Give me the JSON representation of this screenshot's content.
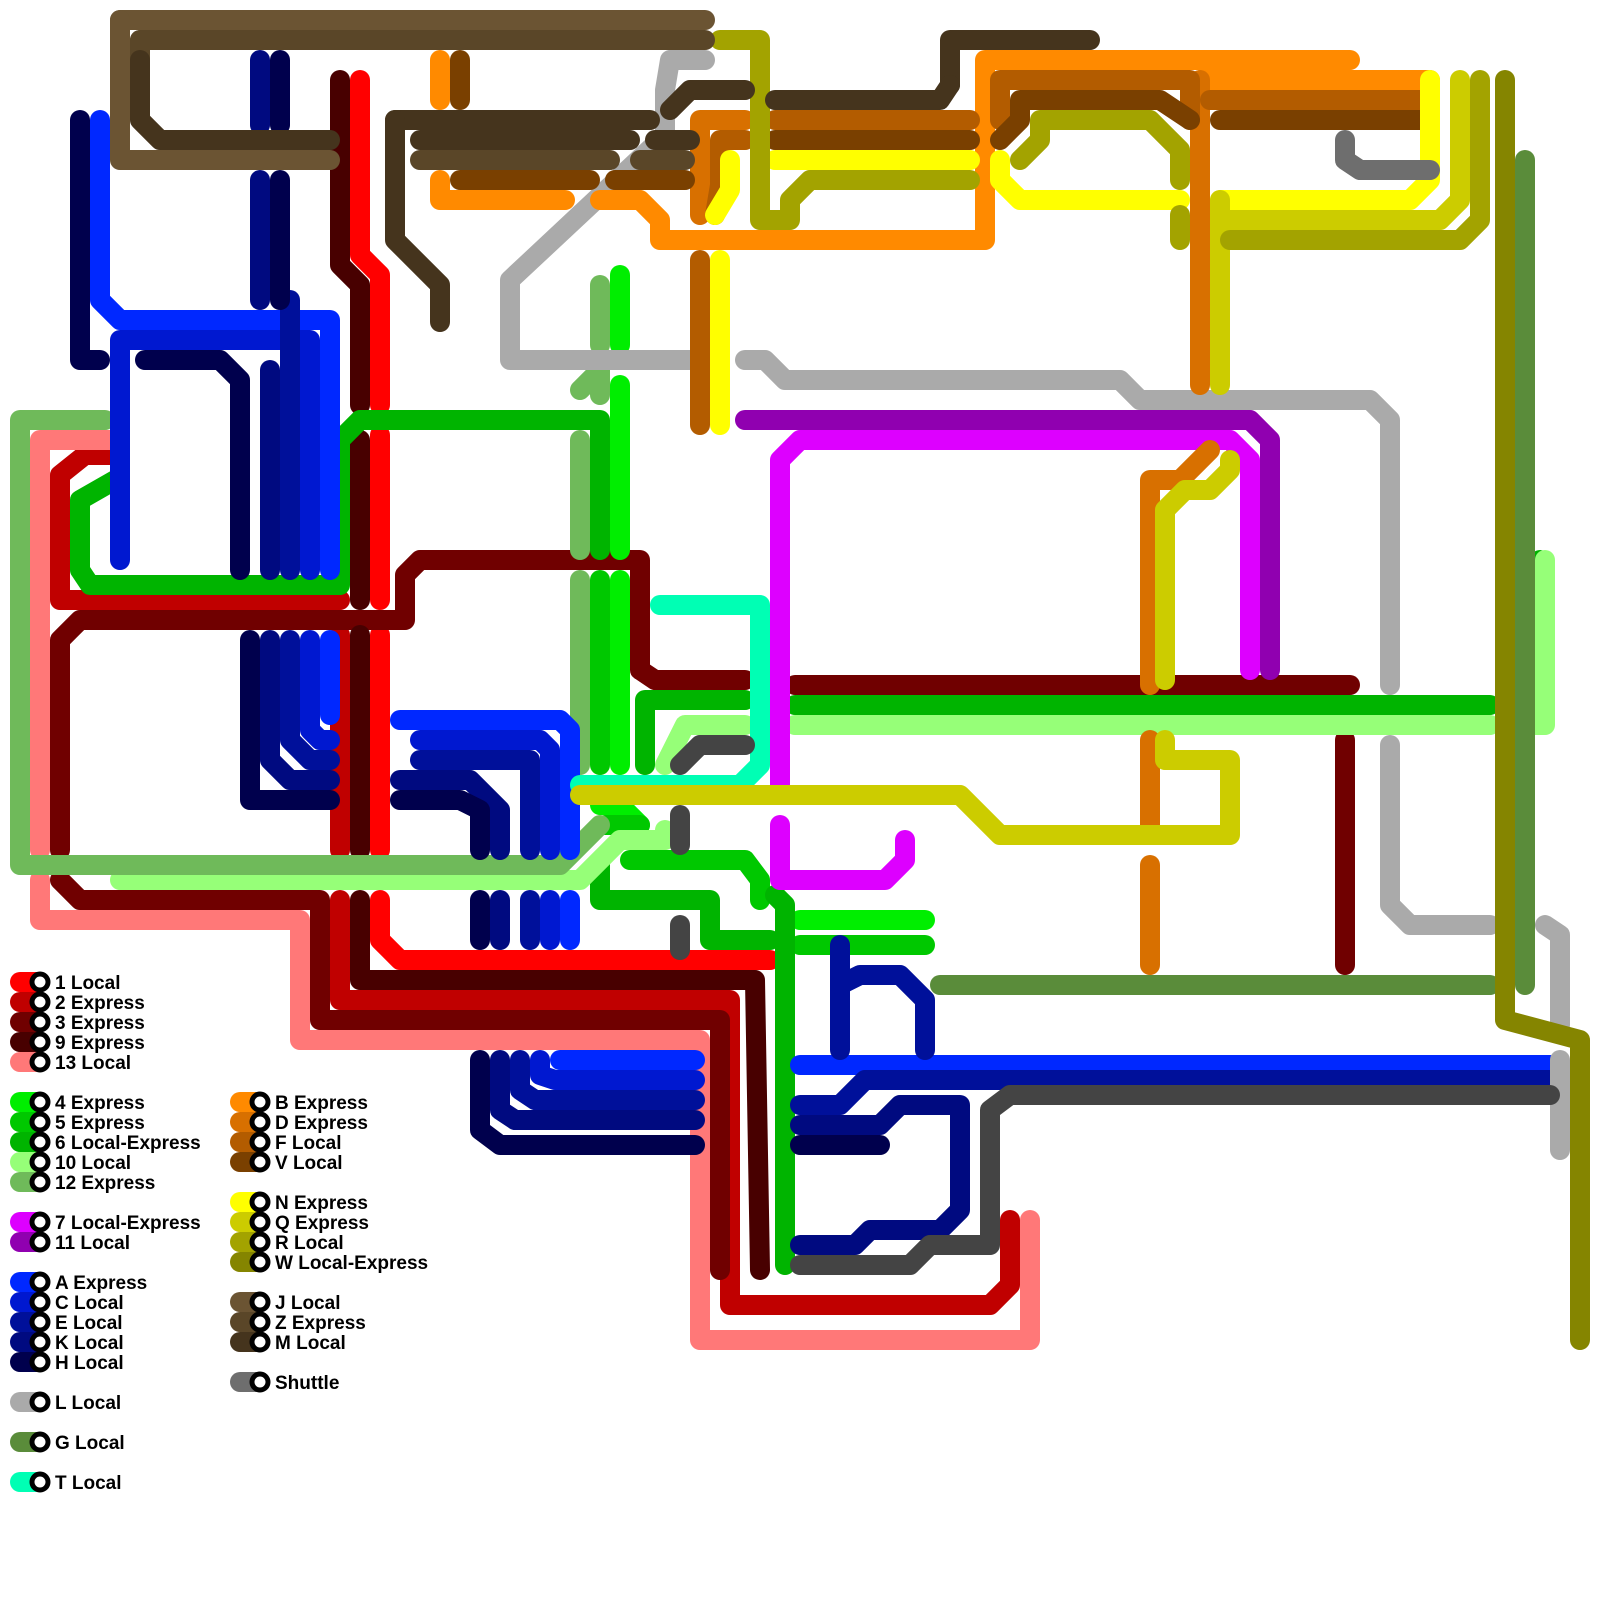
{
  "map": {
    "routes": [
      {
        "id": "1",
        "color": "#ff0000"
      },
      {
        "id": "2",
        "color": "#c00000"
      },
      {
        "id": "3",
        "color": "#700000"
      },
      {
        "id": "9",
        "color": "#480000"
      },
      {
        "id": "13",
        "color": "#ff7878"
      },
      {
        "id": "4",
        "color": "#00ee00"
      },
      {
        "id": "5",
        "color": "#00c800"
      },
      {
        "id": "6",
        "color": "#00b400"
      },
      {
        "id": "10",
        "color": "#96ff78"
      },
      {
        "id": "12",
        "color": "#6fba5a"
      },
      {
        "id": "7",
        "color": "#dd00ff"
      },
      {
        "id": "11",
        "color": "#9000b0"
      },
      {
        "id": "A",
        "color": "#0028ff"
      },
      {
        "id": "C",
        "color": "#0018d0"
      },
      {
        "id": "E",
        "color": "#00109a"
      },
      {
        "id": "K",
        "color": "#000a80"
      },
      {
        "id": "H",
        "color": "#00004d"
      },
      {
        "id": "L",
        "color": "#aaaaaa"
      },
      {
        "id": "G",
        "color": "#5a8c3a"
      },
      {
        "id": "T",
        "color": "#00ffb4"
      },
      {
        "id": "B",
        "color": "#ff8a00"
      },
      {
        "id": "D",
        "color": "#d87000"
      },
      {
        "id": "F",
        "color": "#b35c00"
      },
      {
        "id": "V",
        "color": "#7a4000"
      },
      {
        "id": "N",
        "color": "#ffff00"
      },
      {
        "id": "Q",
        "color": "#cccc00"
      },
      {
        "id": "R",
        "color": "#a3a300"
      },
      {
        "id": "W",
        "color": "#858500"
      },
      {
        "id": "J",
        "color": "#6b5433"
      },
      {
        "id": "Z",
        "color": "#5a4628"
      },
      {
        "id": "M",
        "color": "#45341d"
      },
      {
        "id": "S",
        "color": "#6e6e6e"
      },
      {
        "id": "S2",
        "color": "#444444"
      }
    ]
  },
  "legend": {
    "groups": [
      {
        "items": [
          {
            "label": "1 Local",
            "color": "#ff0000"
          },
          {
            "label": "2 Express",
            "color": "#c00000"
          },
          {
            "label": "3 Express",
            "color": "#700000"
          },
          {
            "label": "9 Express",
            "color": "#480000"
          },
          {
            "label": "13 Local",
            "color": "#ff7878"
          }
        ]
      },
      {
        "items": [
          {
            "label": "4 Express",
            "color": "#00ee00"
          },
          {
            "label": "5 Express",
            "color": "#00c800"
          },
          {
            "label": "6 Local-Express",
            "color": "#00b400"
          },
          {
            "label": "10 Local",
            "color": "#96ff78"
          },
          {
            "label": "12 Express",
            "color": "#6fba5a"
          }
        ]
      },
      {
        "items": [
          {
            "label": "7 Local-Express",
            "color": "#dd00ff"
          },
          {
            "label": "11 Local",
            "color": "#9000b0"
          }
        ]
      },
      {
        "items": [
          {
            "label": "A Express",
            "color": "#0028ff"
          },
          {
            "label": "C Local",
            "color": "#0018d0"
          },
          {
            "label": "E Local",
            "color": "#00109a"
          },
          {
            "label": "K Local",
            "color": "#000a80"
          },
          {
            "label": "H Local",
            "color": "#00004d"
          }
        ]
      },
      {
        "items": [
          {
            "label": "L Local",
            "color": "#aaaaaa"
          }
        ]
      },
      {
        "items": [
          {
            "label": "G Local",
            "color": "#5a8c3a"
          }
        ]
      },
      {
        "items": [
          {
            "label": "T Local",
            "color": "#00ffb4"
          }
        ]
      },
      {
        "items": [
          {
            "label": "B Express",
            "color": "#ff8a00"
          },
          {
            "label": "D Express",
            "color": "#d87000"
          },
          {
            "label": "F Local",
            "color": "#b35c00"
          },
          {
            "label": "V Local",
            "color": "#7a4000"
          }
        ]
      },
      {
        "items": [
          {
            "label": "N Express",
            "color": "#ffff00"
          },
          {
            "label": "Q Express",
            "color": "#cccc00"
          },
          {
            "label": "R Local",
            "color": "#a3a300"
          },
          {
            "label": "W Local-Express",
            "color": "#858500"
          }
        ]
      },
      {
        "items": [
          {
            "label": "J Local",
            "color": "#6b5433"
          },
          {
            "label": "Z Express",
            "color": "#5a4628"
          },
          {
            "label": "M Local",
            "color": "#45341d"
          }
        ]
      },
      {
        "items": [
          {
            "label": "Shuttle",
            "color": "#6e6e6e"
          }
        ]
      }
    ]
  }
}
